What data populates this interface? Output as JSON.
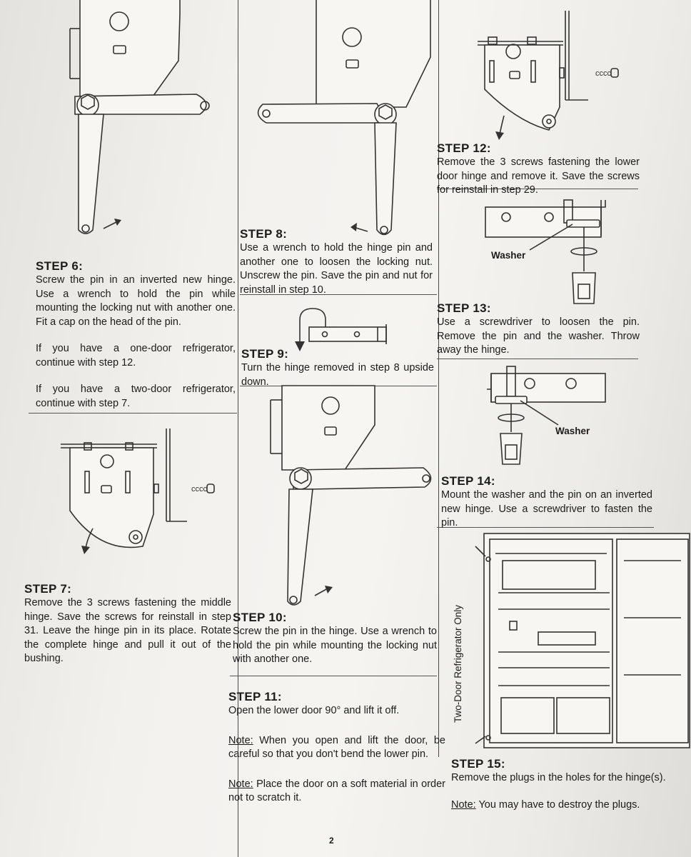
{
  "steps": {
    "s6": {
      "title": "STEP 6:",
      "body": "Screw the pin in an inverted new hinge. Use a wrench to hold the pin while mounting the locking nut with another one. Fit a cap on the head of the pin.",
      "note1": "If you have a one-door refrigerator, continue with step 12.",
      "note2": "If you have a two-door refrigerator, continue with step 7."
    },
    "s7": {
      "title": "STEP 7:",
      "body": "Remove the 3 screws fastening the middle hinge. Save the screws for reinstall in step 31. Leave the hinge pin in its place. Rotate the complete hinge and pull it out of the bushing."
    },
    "s8": {
      "title": "STEP 8:",
      "body": "Use a wrench to hold the hinge pin and another one to loosen the locking nut. Unscrew the pin. Save the pin and nut for reinstall in step 10."
    },
    "s9": {
      "title": "STEP 9:",
      "body": "Turn the hinge removed in step 8 upside down."
    },
    "s10": {
      "title": "STEP 10:",
      "body": "Screw the pin in the hinge. Use a wrench to hold the pin while mounting the locking nut with another one."
    },
    "s11": {
      "title": "STEP 11:",
      "body": "Open the lower door 90° and lift it off.",
      "note_label": "Note:",
      "note1": " When you open and lift the door, be careful so that you don't bend the lower pin.",
      "note2": " Place the door on a soft material in order not to scratch it."
    },
    "s12": {
      "title": "STEP 12:",
      "body": "Remove the 3 screws fastening the lower door hinge and remove it. Save the screws for reinstall in step 29."
    },
    "s13": {
      "title": "STEP 13:",
      "body": "Use a screwdriver to loosen the pin. Remove the pin and the washer. Throw away the hinge."
    },
    "s14": {
      "title": "STEP 14:",
      "body": "Mount the washer and the pin on an inverted new hinge. Use a screwdriver to fasten the pin."
    },
    "s15": {
      "title": "STEP 15:",
      "body": "Remove the plugs in the holes for the hinge(s).",
      "note_label": "Note:",
      "note": " You may have to destroy the plugs."
    }
  },
  "labels": {
    "washer": "Washer",
    "two_door": "Two-Door Refrigerator Only",
    "page": "2"
  },
  "colors": {
    "ink": "#333333",
    "paper": "#f5f4f1"
  }
}
